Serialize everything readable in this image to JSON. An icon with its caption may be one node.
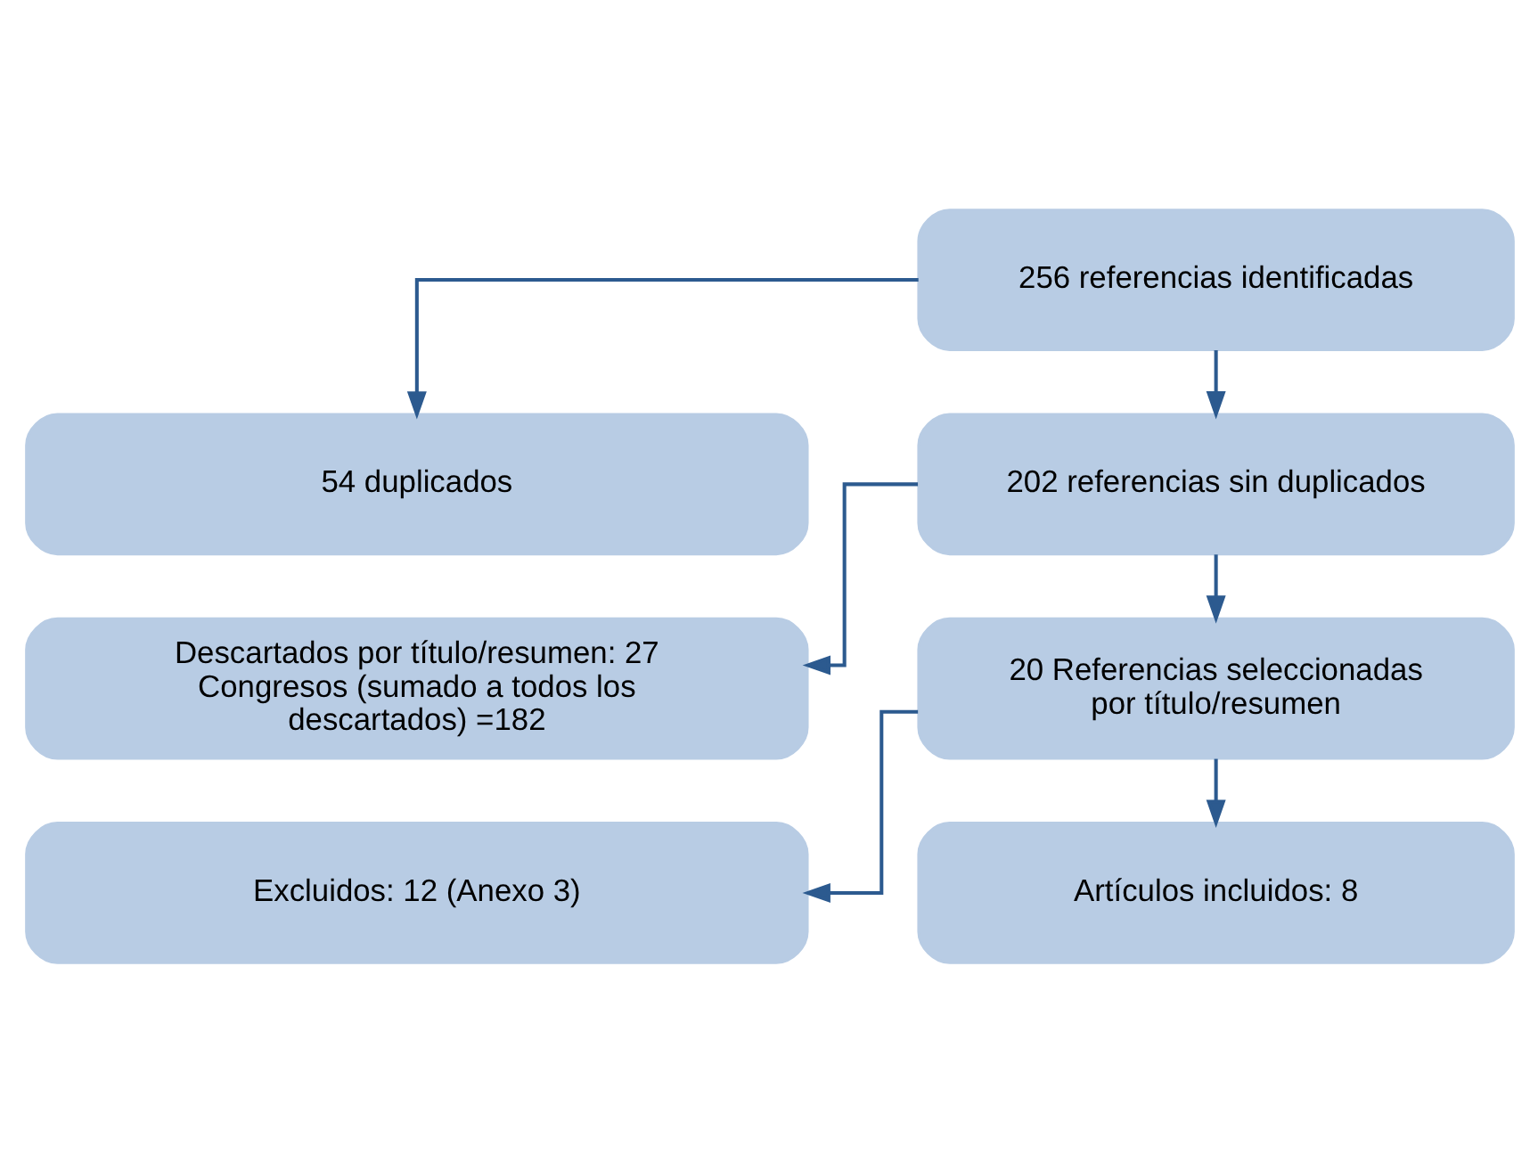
{
  "diagram": {
    "nodes": [
      {
        "text": [
          "256 referencias identificadas"
        ]
      },
      {
        "text": [
          "54 duplicados"
        ]
      },
      {
        "text": [
          "202 referencias sin duplicados"
        ]
      },
      {
        "text": [
          "Descartados por título/resumen: 27 Congresos (sumado a todos los descartados) =182"
        ]
      },
      {
        "text": [
          "20 Referencias seleccionadas por título/resumen"
        ]
      },
      {
        "text": [
          "Excluidos: 12 (Anexo 3)"
        ]
      },
      {
        "text": [
          "Artículos incluidos: 8"
        ]
      }
    ],
    "edges": [
      {
        "from": 0,
        "to": 2,
        "arrow": "to"
      },
      {
        "from": 0,
        "to": 1,
        "arrow": "to"
      },
      {
        "from": 2,
        "to": 4,
        "arrow": "to"
      },
      {
        "from": 2,
        "to": 3,
        "arrow": "to"
      },
      {
        "from": 4,
        "to": 6,
        "arrow": "to"
      },
      {
        "from": 4,
        "to": 5,
        "arrow": "to"
      }
    ]
  }
}
